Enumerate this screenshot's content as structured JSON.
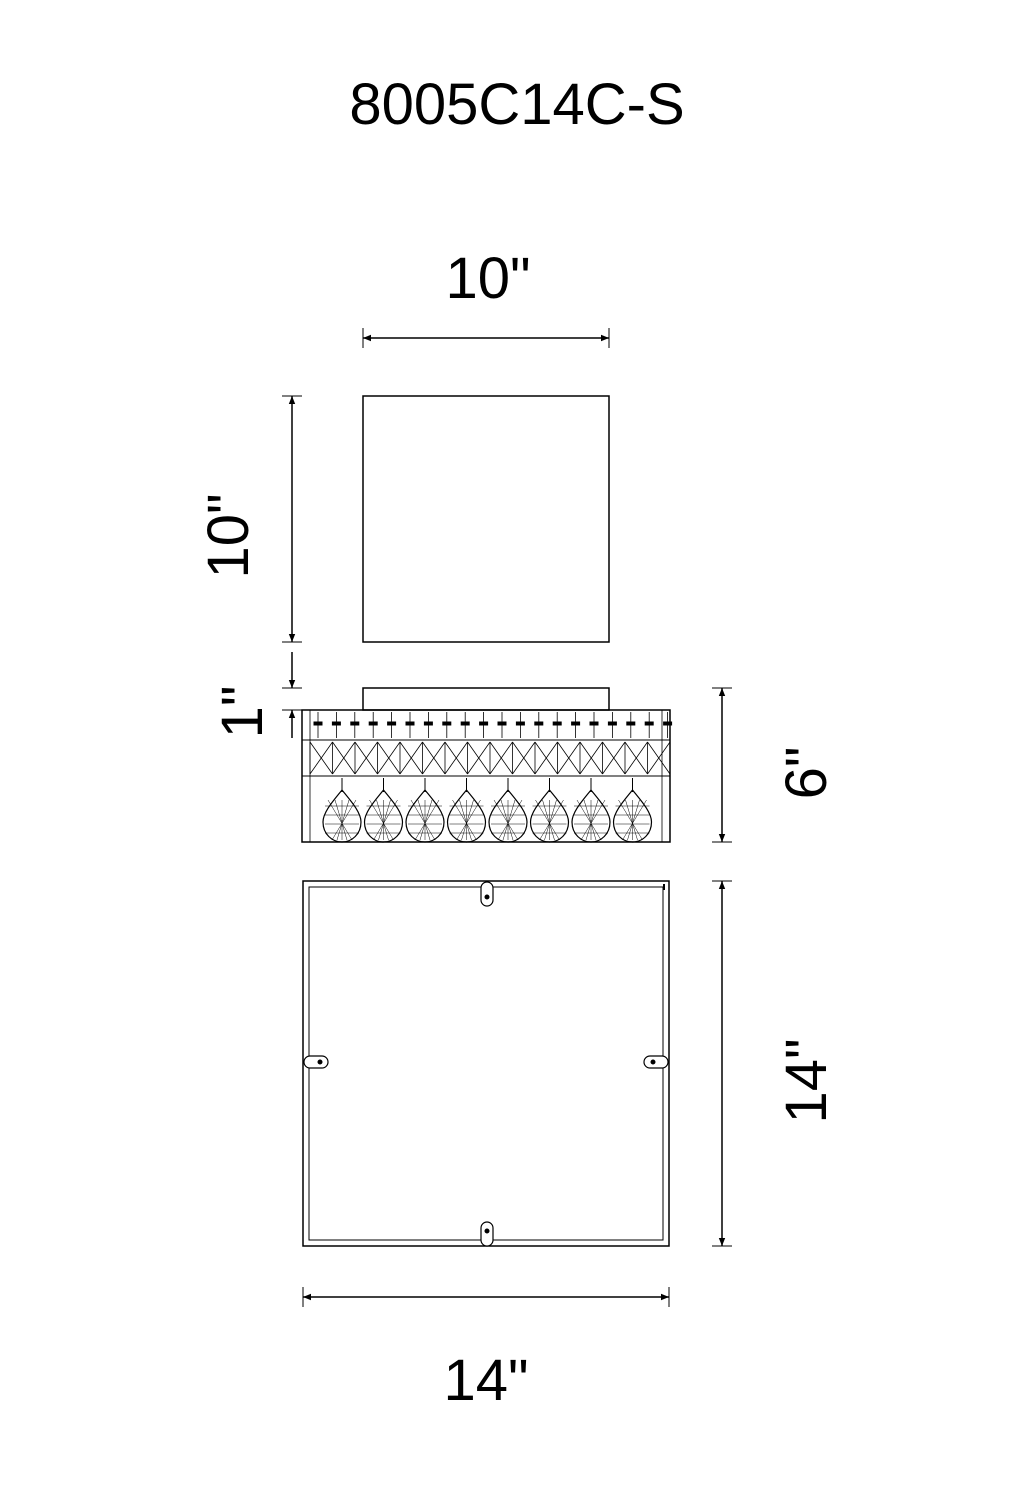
{
  "title": "8005C14C-S",
  "dimensions": {
    "canopy_width": "10\"",
    "canopy_height": "10\"",
    "gap": "1\"",
    "body_height": "6\"",
    "base_height": "14\"",
    "base_width": "14\""
  },
  "colors": {
    "line": "#000000",
    "background": "#ffffff"
  }
}
